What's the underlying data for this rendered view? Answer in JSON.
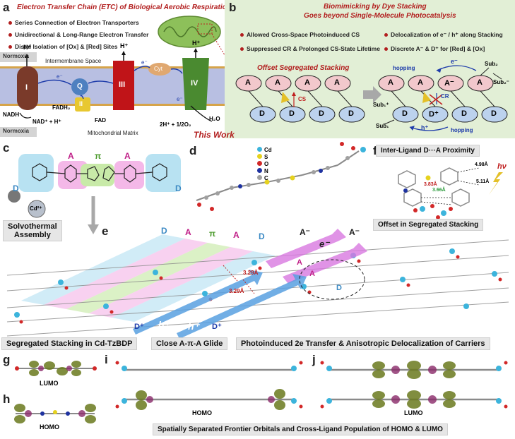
{
  "panel_a": {
    "letter": "a",
    "title": "Electron Transfer Chain (ETC) of Biological Aerobic Respiration",
    "bullets": [
      "Series Connection of Electron Transporters",
      "Unidirectional & Long-Range Electron Transfer",
      "Distal Isolation of [Ox] & [Red] Sites"
    ],
    "normoxia_top": "Normoxia",
    "normoxia_bottom": "Normoxia",
    "intermembrane": "Intermembrane Space",
    "matrix": "Mitochondrial Matrix",
    "complex_I": "I",
    "complex_II": "II",
    "complex_III": "III",
    "complex_IV": "IV",
    "q": "Q",
    "cytc": "Cyt",
    "hplus_1": "H⁺",
    "hplus_2": "H⁺",
    "hplus_3": "H⁺",
    "eminus_1": "e⁻",
    "eminus_2": "e⁻",
    "eminus_3": "e⁻",
    "nadh": "NADH",
    "nad": "NAD⁺ + H⁺",
    "fadh2": "FADH₂",
    "fad": "FAD",
    "o2": "2H⁺ + 1/2O₂",
    "h2o": "H₂O"
  },
  "panel_b": {
    "letter": "b",
    "title_line1": "Biomimicking by Dye Stacking",
    "title_line2": "Goes beyond Single-Molecule Photocatalysis",
    "bullets_left": [
      "Allowed Cross-Space Photoinduced CS",
      "Suppressed CR & Prolonged CS-State Lifetime"
    ],
    "bullets_right": [
      "Delocalization of e⁻ / h⁺ along Stacking",
      "Discrete A⁻ & D⁺ for [Red] & [Ox]"
    ],
    "offset_title": "Offset Segregated Stacking",
    "a_label": "A",
    "d_label": "D",
    "a_radical": "A⁻",
    "d_radical": "D⁺",
    "cs": "CS",
    "cr": "CR",
    "eminus": "e⁻",
    "hplus": "h⁺",
    "hopping_top": "hopping",
    "hopping_bottom": "hopping",
    "sub2": "Sub₂",
    "sub2_red": "Sub₂⁻",
    "sub1_ox": "Sub₁⁺",
    "sub1": "Sub₁",
    "this_work": "This Work"
  },
  "panel_c": {
    "letter": "c",
    "a_left": "A",
    "pi": "π",
    "a_right": "A",
    "d_left": "D",
    "d_right": "D",
    "cd_ion": "Cd²⁺",
    "assembly_line1": "Solvothermal",
    "assembly_line2": "Assembly"
  },
  "panel_d": {
    "letter": "d",
    "legend": [
      "Cd",
      "S",
      "O",
      "N",
      "C"
    ],
    "colors": {
      "Cd": "#3cb4dc",
      "S": "#e6d21e",
      "O": "#d22828",
      "N": "#1e32a0",
      "C": "#a0a0a0"
    }
  },
  "panel_e": {
    "letter": "e",
    "labels": [
      "D",
      "A",
      "π",
      "A",
      "D"
    ],
    "aradical_1": "A⁻",
    "aradical_2": "A⁻",
    "eminus": "e⁻",
    "a_inner_1": "A",
    "a_inner_2": "A",
    "d_inner": "D",
    "dist_1": "3.29Å",
    "dist_2": "3.29Å",
    "dradical_1": "D⁺",
    "dradical_2": "D⁺",
    "hplus_1": "h⁺",
    "hplus_2": "h⁺"
  },
  "panel_f": {
    "letter": "f",
    "title": "Inter-Ligand D···A Proximity",
    "hv": "hν",
    "dist_1": "4.98Å",
    "dist_2": "5.11Å",
    "dist_3": "3.83Å",
    "dist_4": "3.66Å",
    "caption": "Offset in Segregated Stacking"
  },
  "captions": {
    "segregated": "Segregated Stacking in Cd-TzBDP",
    "glide": "Close A-π-A Glide",
    "transfer": "Photoinduced 2e Transfer & Anisotropic Delocalization of Carriers",
    "frontier": "Spatially Separated Frontier Orbitals and Cross-Ligand Population of HOMO & LUMO"
  },
  "panel_g": {
    "letter": "g",
    "label": "LUMO"
  },
  "panel_h": {
    "letter": "h",
    "label": "HOMO"
  },
  "panel_i": {
    "letter": "i",
    "label": "HOMO"
  },
  "panel_j": {
    "letter": "j",
    "label": "LUMO"
  }
}
